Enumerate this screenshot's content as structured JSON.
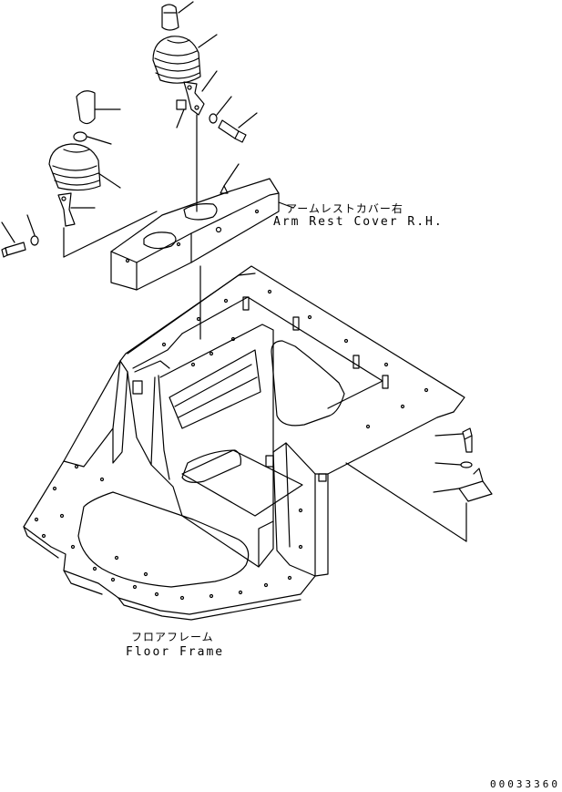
{
  "labels": {
    "armrest_jp": "アームレストカバー右",
    "armrest_en": "Arm Rest Cover R.H.",
    "floor_jp": "フロアフレーム",
    "floor_en": "Floor Frame"
  },
  "drawing_code": "00033360",
  "colors": {
    "line": "#000000",
    "background": "#ffffff"
  }
}
